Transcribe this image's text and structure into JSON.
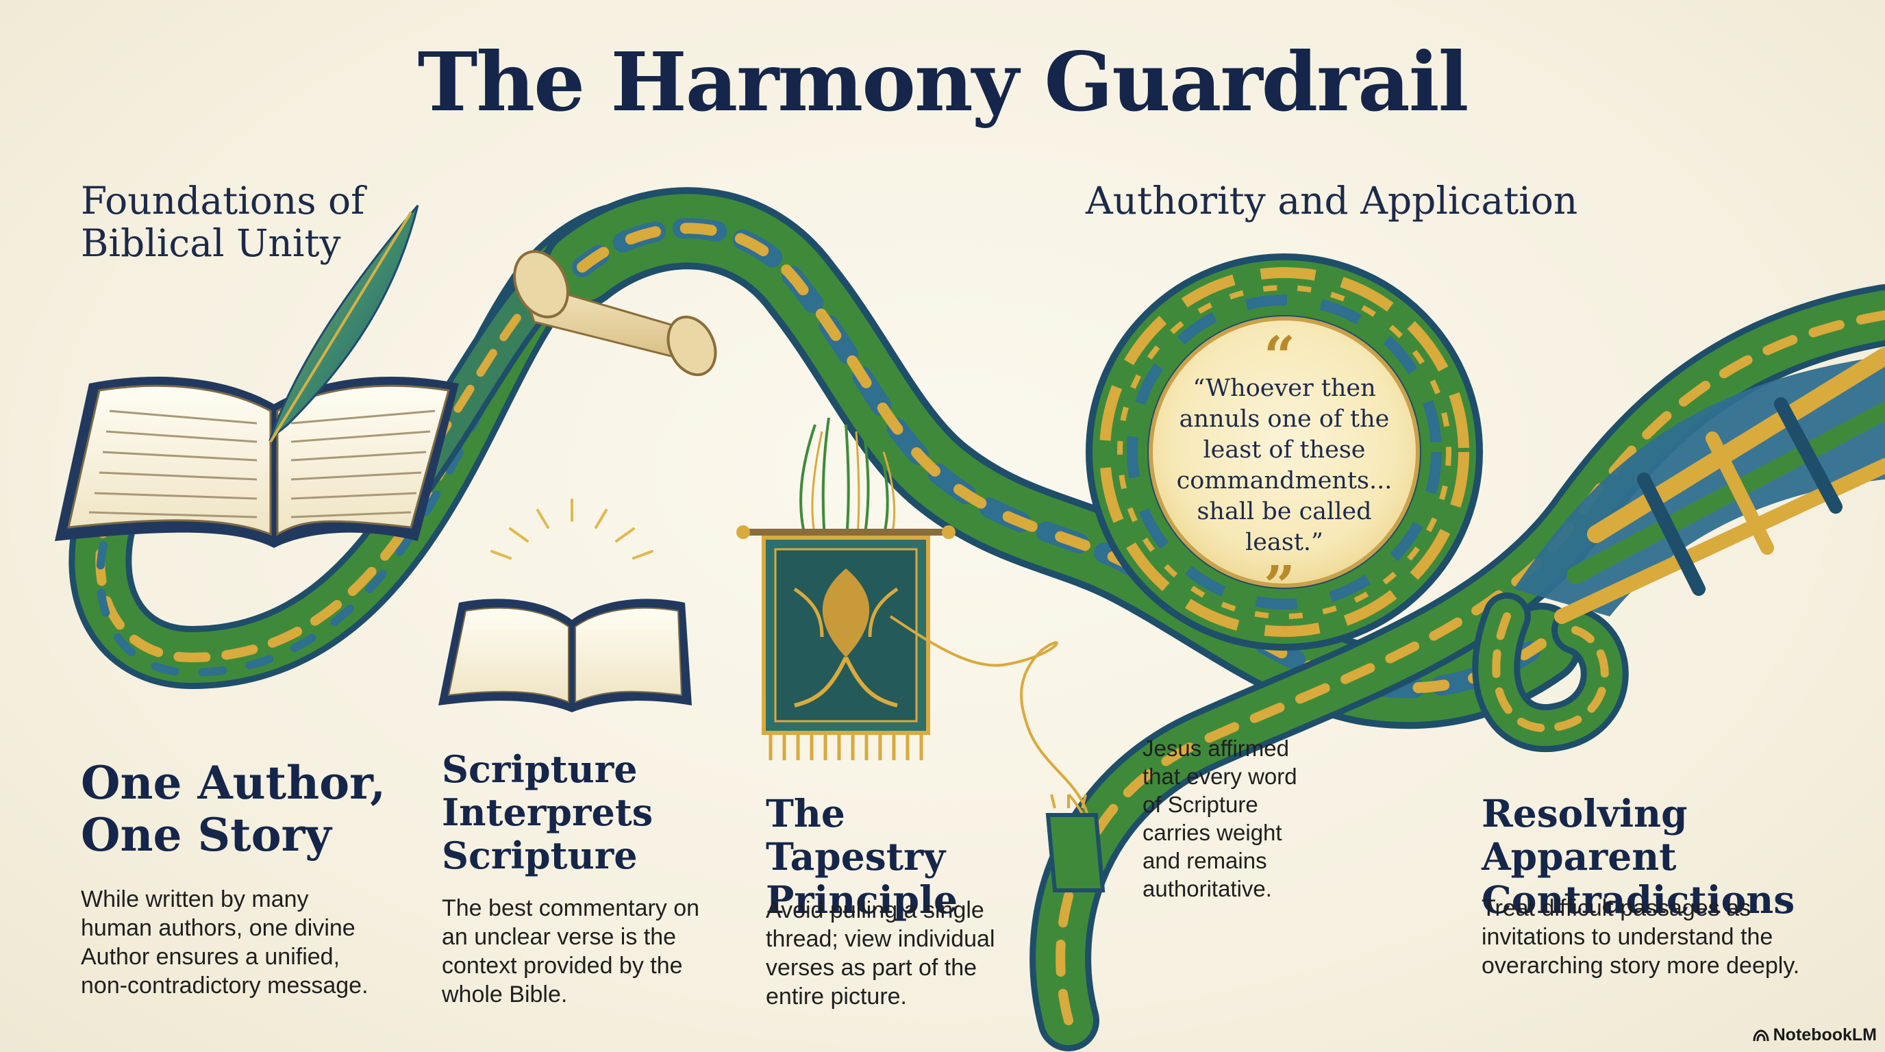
{
  "title": "The Harmony Guardrail",
  "sections": {
    "left_heading": "Foundations of Biblical Unity",
    "right_heading": "Authority and Application"
  },
  "panels": [
    {
      "heading": "One Author, One Story",
      "body": "While written by many human authors, one divine Author ensures a unified, non-contradictory message."
    },
    {
      "heading": "Scripture Interprets Scripture",
      "body": "The best commentary on an unclear verse is the context provided by the whole Bible."
    },
    {
      "heading": "The Tapestry Principle",
      "body": "Avoid pulling a single thread; view individual verses as part of the entire picture."
    },
    {
      "heading": "",
      "body": "Jesus affirmed that every word of Scripture carries weight and remains authoritative."
    },
    {
      "heading": "Resolving Apparent Contradictions",
      "body": "Treat difficult passages as invitations to understand the overarching story more deeply."
    }
  ],
  "quote": {
    "open_mark": "“",
    "text": "“Whoever then annuls one of the least of these commandments... shall be called least.”",
    "close_mark": "”"
  },
  "brand": "NotebookLM",
  "icons": [
    "book-icon",
    "quill-icon",
    "scroll-icon",
    "small-book-icon",
    "tapestry-icon"
  ],
  "colors": {
    "braid_green": "#3f8a3a",
    "braid_blue": "#2f6f8f",
    "braid_gold": "#d9aa3c",
    "navy_text": "#15264a",
    "background": "#f6f1e1"
  }
}
